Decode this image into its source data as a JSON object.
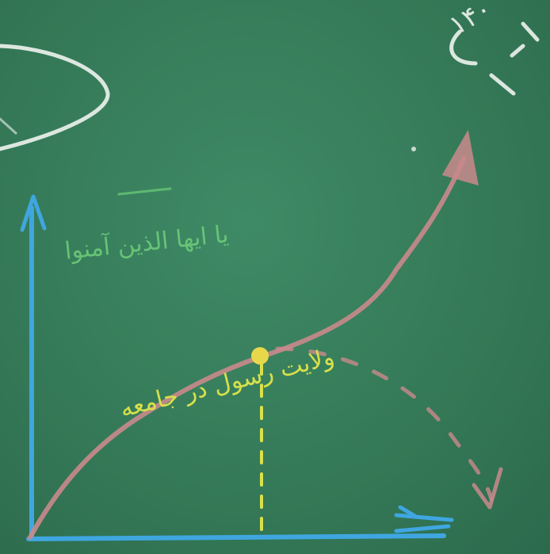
{
  "board": {
    "background_color": "#3a8160",
    "labels": {
      "green": "یا ایها الذین آمنوا",
      "yellow": "ولایت رسول در جامعه",
      "corner": "۱۴۰"
    },
    "chalk_colors": {
      "axes": "#3fa6e0",
      "curve": "#c98a8c",
      "point": "#e6d84a",
      "dashed": "#d8e04a",
      "green_text": "#6fcf7a",
      "white": "#eef3ee"
    }
  }
}
